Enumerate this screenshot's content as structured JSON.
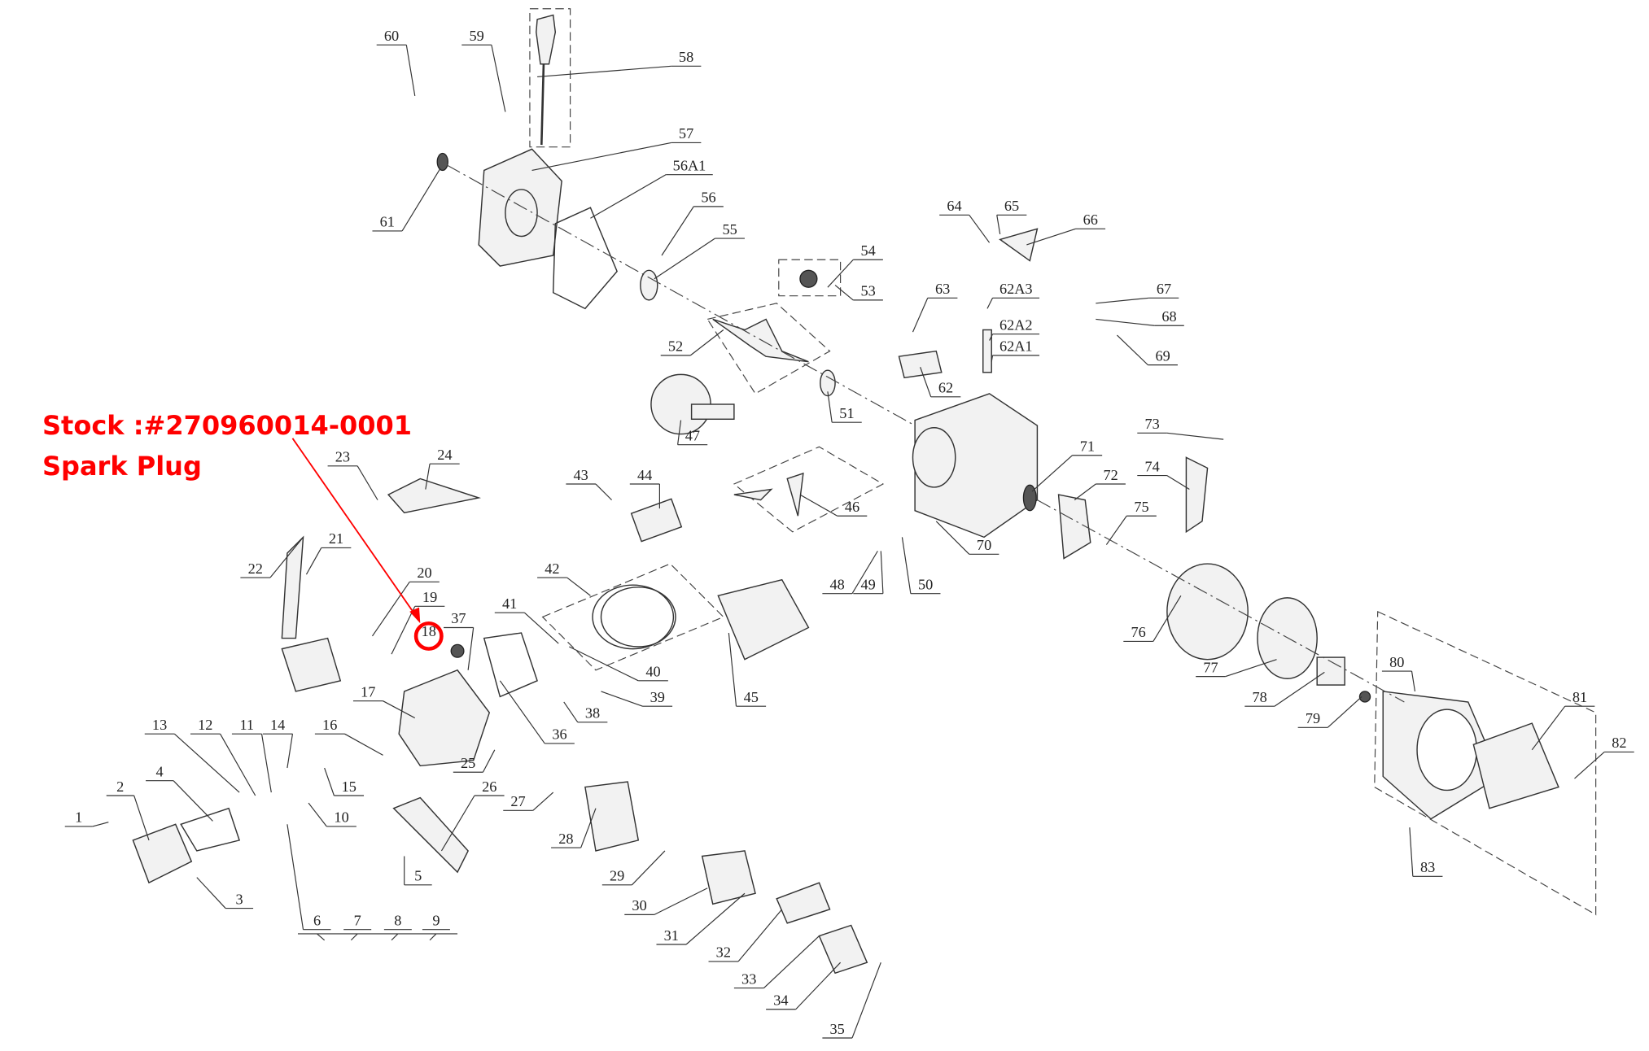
{
  "annotation": {
    "stock_label": "Stock :#270960014-0001",
    "part_name": "Spark Plug",
    "highlighted_callout": "18",
    "highlight_color": "#ff0000"
  },
  "callouts": [
    "60",
    "59",
    "58",
    "57",
    "56A1",
    "56",
    "55",
    "61",
    "54",
    "53",
    "52",
    "64",
    "65",
    "66",
    "63",
    "62A3",
    "67",
    "68",
    "62A2",
    "62A1",
    "69",
    "62",
    "47",
    "51",
    "73",
    "74",
    "71",
    "72",
    "75",
    "43",
    "44",
    "46",
    "70",
    "48",
    "49",
    "50",
    "23",
    "24",
    "22",
    "21",
    "20",
    "19",
    "18",
    "37",
    "42",
    "41",
    "40",
    "39",
    "38",
    "36",
    "45",
    "76",
    "77",
    "78",
    "79",
    "80",
    "81",
    "82",
    "83",
    "17",
    "16",
    "13",
    "12",
    "11",
    "14",
    "15",
    "10",
    "4",
    "2",
    "1",
    "3",
    "5",
    "6",
    "7",
    "8",
    "9",
    "25",
    "26",
    "27",
    "28",
    "29",
    "30",
    "31",
    "32",
    "33",
    "34",
    "35"
  ]
}
